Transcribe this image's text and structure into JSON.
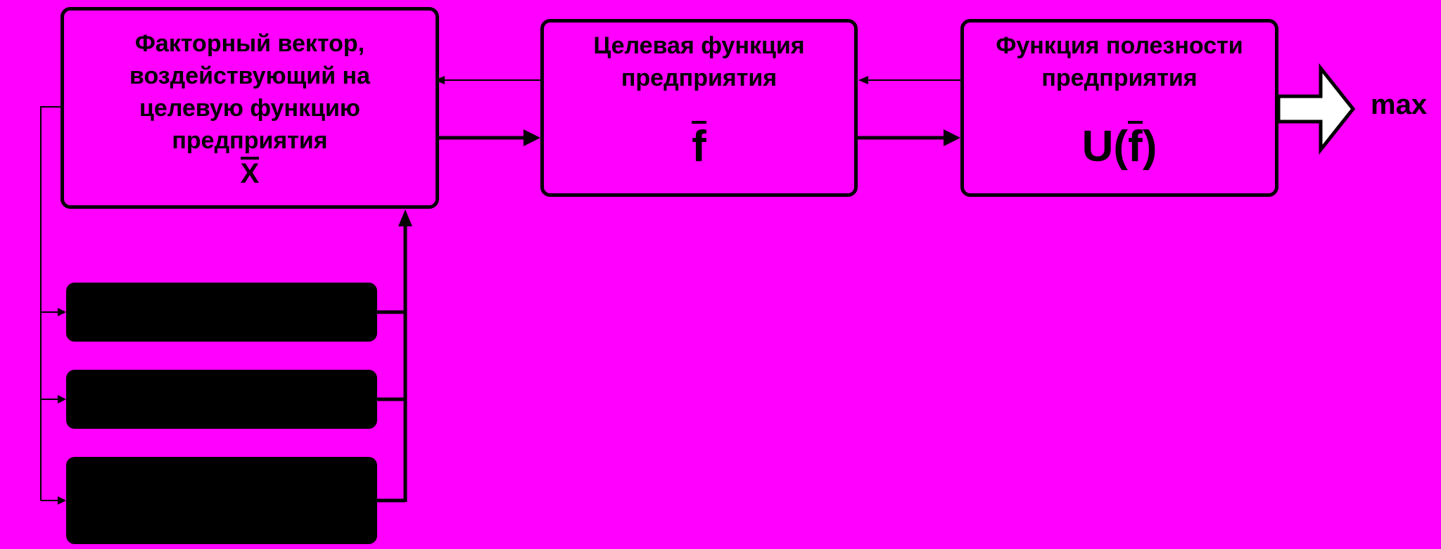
{
  "diagram": {
    "factor_box": {
      "label": "Факторный вектор, воздействующий на целевую функцию предприятия",
      "symbol": "X"
    },
    "target_box": {
      "label": "Целевая функция предприятия",
      "symbol": "f"
    },
    "utility_box": {
      "label": "Функция полезности предприятия",
      "symbol_prefix": "U(",
      "symbol_main": "f",
      "symbol_suffix": ")"
    },
    "output_label": "max",
    "colors": {
      "background": "#ff00ff",
      "stroke": "#000000",
      "fill_black": "#000000",
      "arrow_fill": "#ffffff"
    }
  }
}
